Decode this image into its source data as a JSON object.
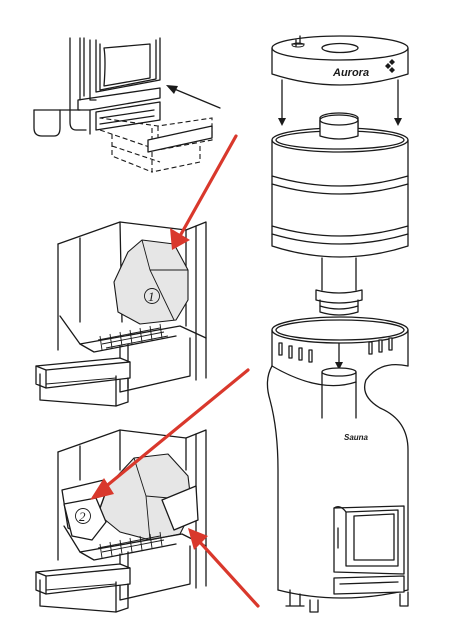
{
  "brand_top": "Aurora",
  "brand_body": "Sauna",
  "stone_labels": [
    "1",
    "2"
  ],
  "accent_color": "#d9382c"
}
